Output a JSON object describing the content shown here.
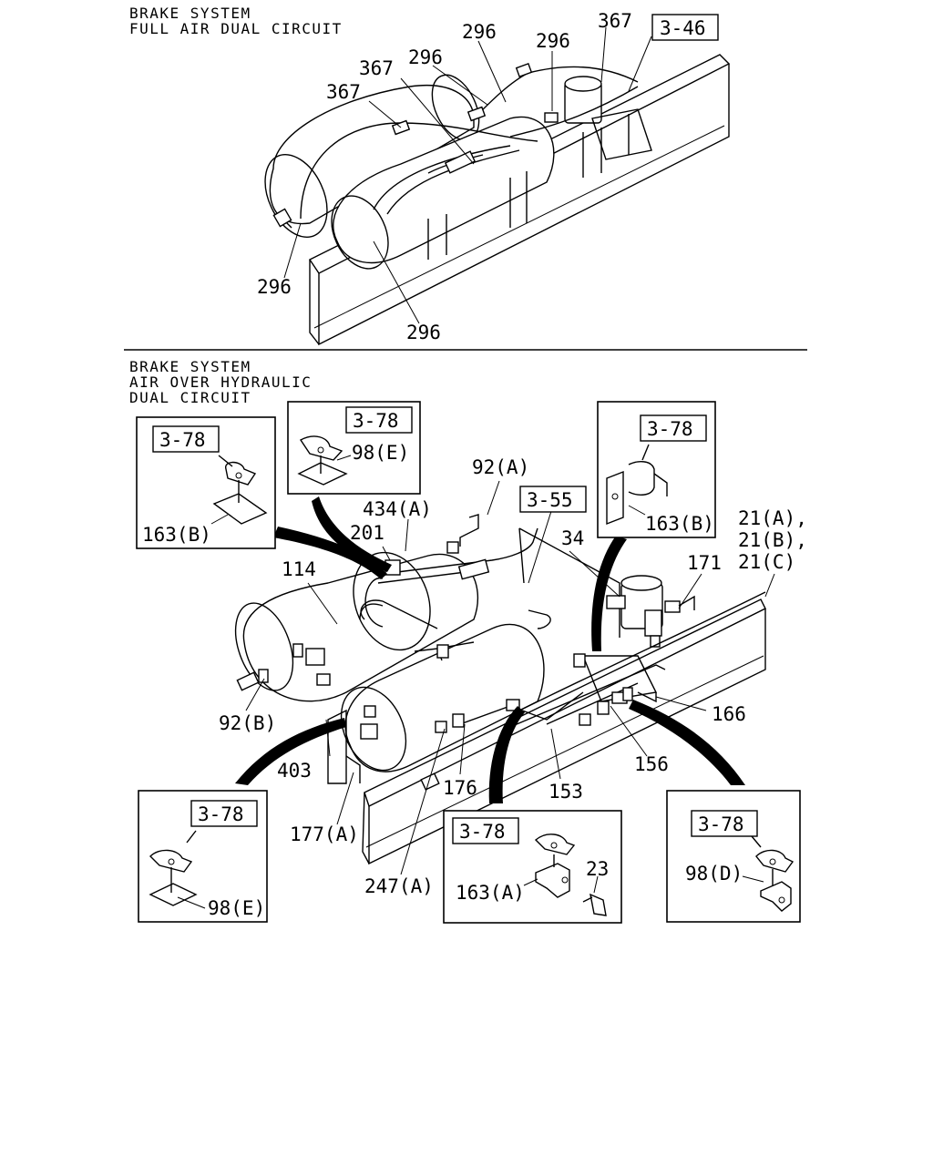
{
  "top_section": {
    "title_line1": "BRAKE SYSTEM",
    "title_line2": "FULL AIR DUAL CIRCUIT",
    "ref_box": "3-46",
    "callouts": [
      "296",
      "296",
      "367",
      "296",
      "367",
      "367",
      "296",
      "296"
    ]
  },
  "bottom_section": {
    "title_line1": "BRAKE SYSTEM",
    "title_line2": "AIR OVER HYDRAULIC",
    "title_line3": "DUAL CIRCUIT",
    "ref_box_main": "3-55",
    "callouts": {
      "c92a": "92(A)",
      "c434a": "434(A)",
      "c201": "201",
      "c114": "114",
      "c34": "34",
      "c171": "171",
      "c21a": "21(A),",
      "c21b": "21(B),",
      "c21c": "21(C)",
      "c92b": "92(B)",
      "c166": "166",
      "c156": "156",
      "c403": "403",
      "c176": "176",
      "c153": "153",
      "c177a": "177(A)",
      "c247a": "247(A)",
      "c23": "23"
    },
    "insets": [
      {
        "ref": "3-78",
        "label": "163(B)"
      },
      {
        "ref": "3-78",
        "label": "98(E)"
      },
      {
        "ref": "3-78",
        "label": "163(B)"
      },
      {
        "ref": "3-78",
        "label": "98(E)"
      },
      {
        "ref": "3-78",
        "label": "163(A)"
      },
      {
        "ref": "3-78",
        "label": "98(D)"
      }
    ]
  }
}
